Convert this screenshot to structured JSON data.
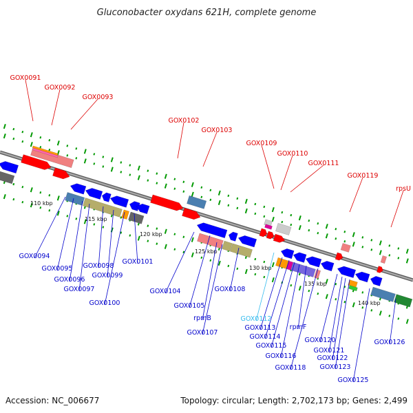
{
  "title": "Gluconobacter oxydans 621H, complete genome",
  "footer": {
    "accession": "Accession: NC_006677",
    "topology": "Topology: circular; Length: 2,702,173 bp; Genes: 2,499"
  },
  "colors": {
    "top_label": "#dd0000",
    "bottom_label": "#0000cc",
    "highlight_label": "#33bbee",
    "forward_gene": "#ff0000",
    "reverse_gene": "#0000ff",
    "tick_mark": "#009900",
    "backbone": "#808080"
  },
  "scale_ticks": [
    "110 kbp",
    "115 kbp",
    "120 kbp",
    "125 kbp",
    "130 kbp",
    "135 kbp",
    "140 kbp"
  ],
  "top_genes": [
    "GOX0091",
    "GOX0092",
    "GOX0093",
    "GOX0102",
    "GOX0103",
    "GOX0109",
    "GOX0110",
    "GOX0111",
    "GOX0119",
    "rpsU"
  ],
  "bottom_genes": [
    "GOX0094",
    "GOX0095",
    "GOX0096",
    "GOX0097",
    "GOX0098",
    "GOX0099",
    "GOX0100",
    "GOX0101",
    "GOX0104",
    "GOX0105",
    "rpmB",
    "GOX0107",
    "GOX0108",
    "GOX0112",
    "GOX0113",
    "GOX0114",
    "GOX0115",
    "GOX0116",
    "rpmF",
    "GOX0118",
    "GOX0120",
    "GOX0121",
    "GOX0122",
    "GOX0123",
    "GOX0125",
    "GOX0126"
  ],
  "highlighted_gene": "GOX0112"
}
